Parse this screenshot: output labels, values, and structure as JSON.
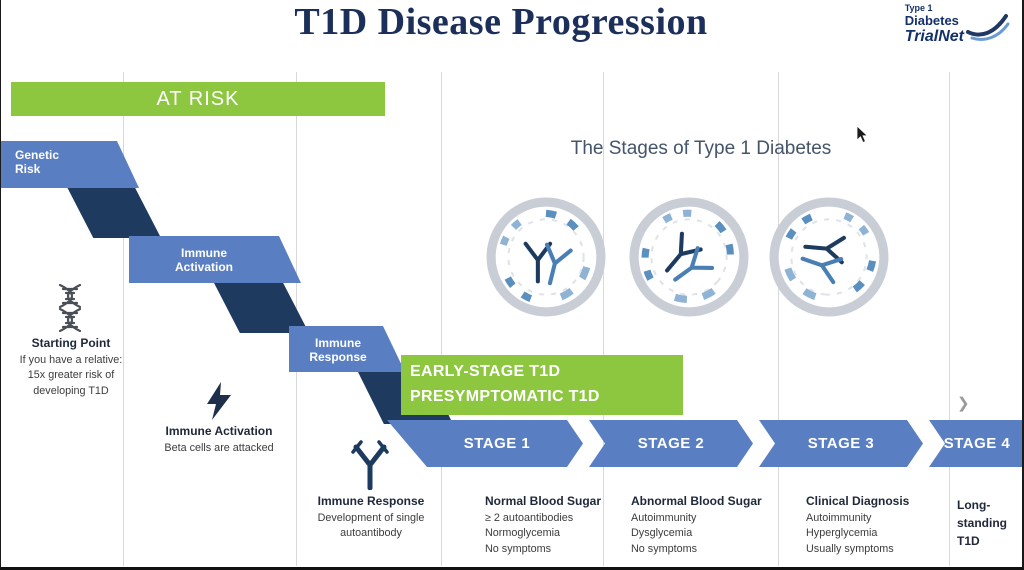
{
  "title": "T1D Disease Progression",
  "logo": {
    "top": "Type 1",
    "middle": "Diabetes",
    "bottom": "TrialNet"
  },
  "at_risk_banner": "AT RISK",
  "early_banner": {
    "line1": "EARLY-STAGE T1D",
    "line2": "PRESYMPTOMATIC T1D"
  },
  "stages_header": "The Stages of Type 1 Diabetes",
  "cascade": [
    {
      "line1": "Genetic",
      "line2": "Risk"
    },
    {
      "line1": "Immune",
      "line2": "Activation"
    },
    {
      "line1": "Immune",
      "line2": "Response"
    }
  ],
  "stage_ribbons": [
    "STAGE 1",
    "STAGE 2",
    "STAGE 3",
    "STAGE 4"
  ],
  "columns": [
    {
      "heading": "Starting Point",
      "lines": [
        "If you have a relative:",
        "15x greater risk of",
        "developing T1D"
      ]
    },
    {
      "heading": "Immune Activation",
      "lines": [
        "Beta cells are attacked"
      ]
    },
    {
      "heading": "Immune Response",
      "lines": [
        "Development of single",
        "autoantibody"
      ]
    },
    {
      "heading": "Normal Blood Sugar",
      "lines": [
        "≥ 2 autoantibodies",
        "Normoglycemia",
        "No symptoms"
      ]
    },
    {
      "heading": "Abnormal Blood Sugar",
      "lines": [
        "Autoimmunity",
        "Dysglycemia",
        "No symptoms"
      ]
    },
    {
      "heading": "Clinical Diagnosis",
      "lines": [
        "Autoimmunity",
        "Hyperglycemia",
        "Usually symptoms"
      ]
    },
    {
      "heading": "Long-standing T1D",
      "lines": []
    }
  ],
  "icons": {
    "dna": "dna-icon",
    "lightning": "lightning-icon",
    "antibody": "antibody-icon",
    "stage_circles": "autoantibody-circle-icon",
    "cursor": "mouse-cursor",
    "next": "chevron-right-icon"
  },
  "misc": {
    "next_chevron": "❯"
  },
  "colors": {
    "green": "#8dc63f",
    "band_blue": "#5a7ec2",
    "connector_navy": "#1e3a5e",
    "title_navy": "#1b2f5a",
    "header_gray_blue": "#44546a",
    "ring_gray": "#c9cdd5",
    "accent_blue": "#5b8fc0"
  }
}
